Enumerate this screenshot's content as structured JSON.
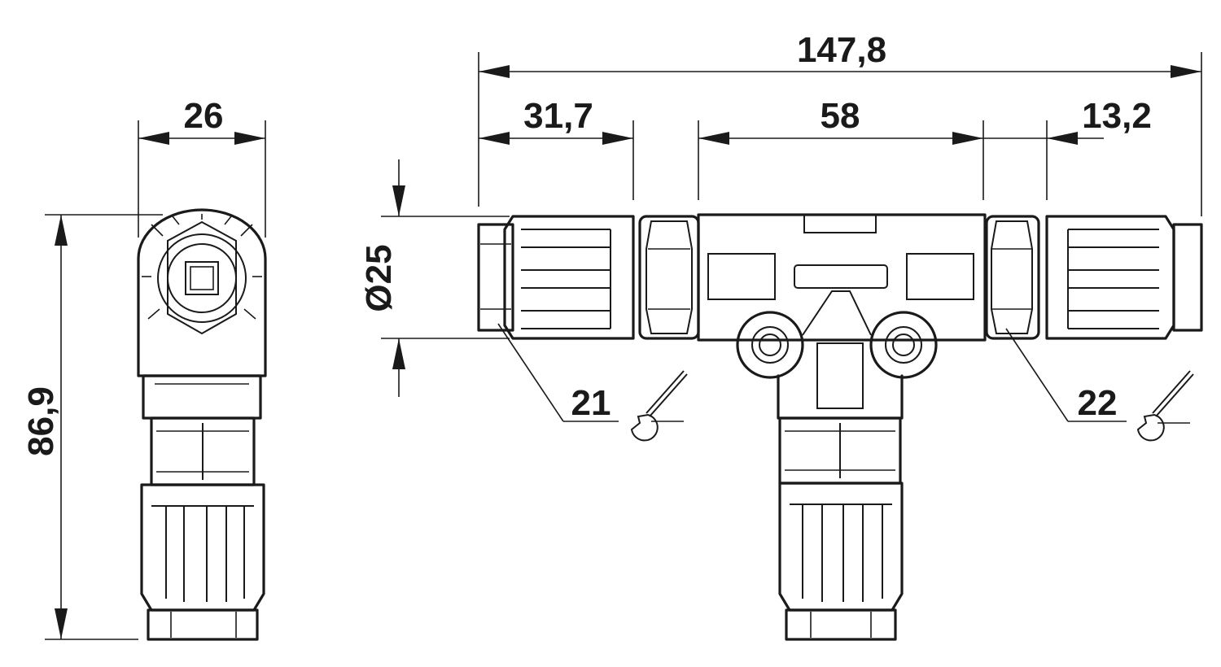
{
  "dimensions": {
    "side_width": "26",
    "side_height": "86,9",
    "total_length": "147,8",
    "left_nut_length": "31,7",
    "center_length": "58",
    "right_nut_length": "13,2",
    "diameter": "Ø25"
  },
  "callouts": {
    "left_wrench": "21",
    "right_wrench": "22"
  },
  "icons": {
    "wrench": "wrench-icon"
  }
}
